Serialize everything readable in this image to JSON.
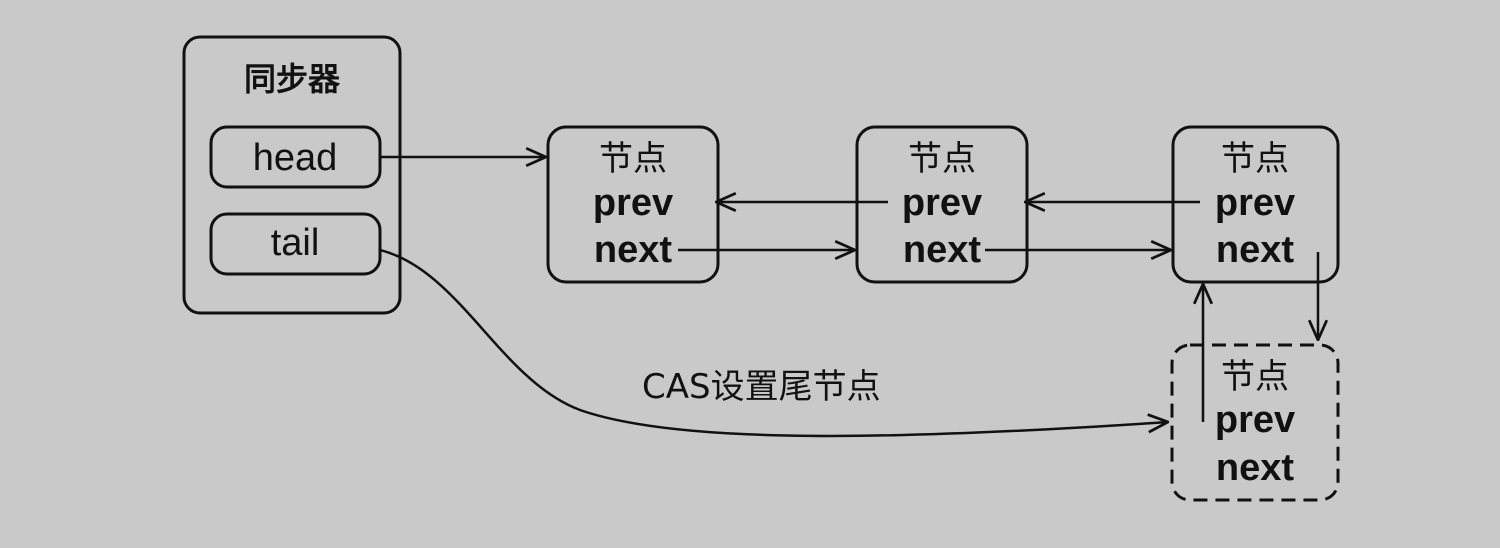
{
  "synchronizer": {
    "title": "同步器",
    "head_label": "head",
    "tail_label": "tail"
  },
  "nodes": [
    {
      "title": "节点",
      "prev": "prev",
      "next": "next"
    },
    {
      "title": "节点",
      "prev": "prev",
      "next": "next"
    },
    {
      "title": "节点",
      "prev": "prev",
      "next": "next"
    },
    {
      "title": "节点",
      "prev": "prev",
      "next": "next"
    }
  ],
  "edge_label": "CAS设置尾节点",
  "colors": {
    "background": "#c9c9c9",
    "stroke": "#111111"
  }
}
